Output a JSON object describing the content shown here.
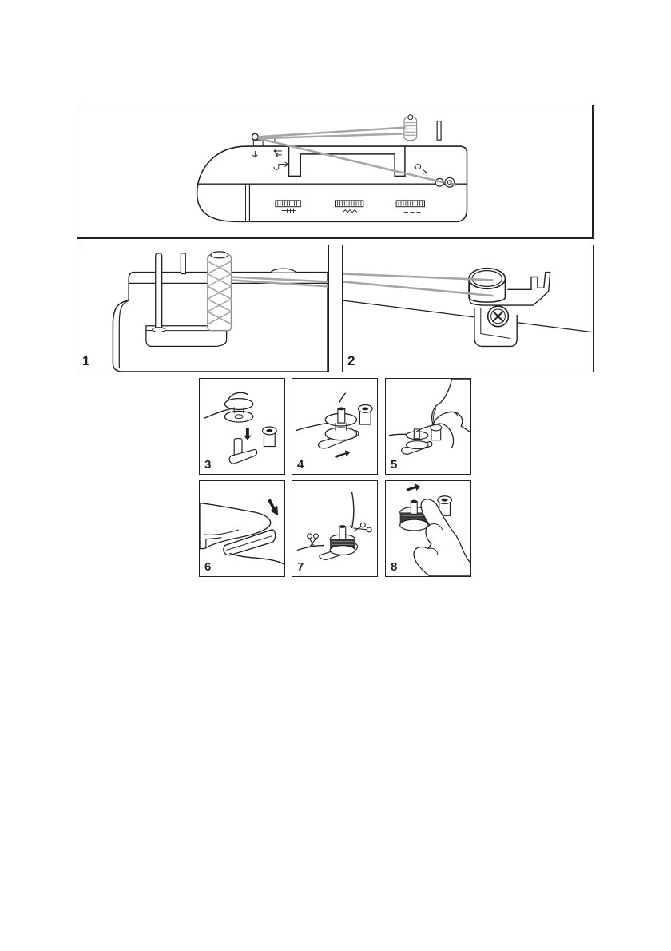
{
  "figure": {
    "steps": [
      {
        "label": "1"
      },
      {
        "label": "2"
      },
      {
        "label": "3"
      },
      {
        "label": "4"
      },
      {
        "label": "5"
      },
      {
        "label": "6"
      },
      {
        "label": "7"
      },
      {
        "label": "8"
      }
    ],
    "colors": {
      "line": "#231f20",
      "thread": "#a6a6a6",
      "fill": "#ffffff",
      "dark_fill": "#3a3a3a"
    }
  }
}
